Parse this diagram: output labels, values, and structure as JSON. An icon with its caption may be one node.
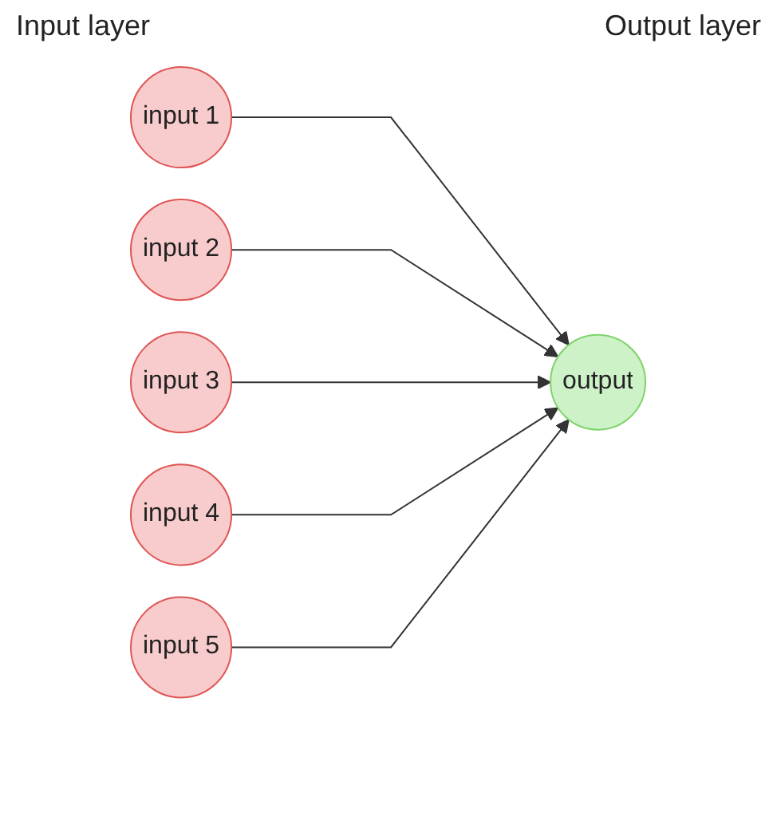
{
  "diagram": {
    "nodes": [
      {
        "text": [
          "input 1"
        ]
      },
      {
        "text": [
          "input 2"
        ]
      },
      {
        "text": [
          "input 3"
        ]
      },
      {
        "text": [
          "input 4"
        ]
      },
      {
        "text": [
          "input 5"
        ]
      },
      {
        "text": [
          "output"
        ]
      }
    ],
    "edges": [
      {
        "from": 0,
        "to": 5,
        "arrow": "to"
      },
      {
        "from": 1,
        "to": 5,
        "arrow": "to"
      },
      {
        "from": 2,
        "to": 5,
        "arrow": "to"
      },
      {
        "from": 3,
        "to": 5,
        "arrow": "to"
      },
      {
        "from": 4,
        "to": 5,
        "arrow": "to"
      }
    ],
    "labels": [
      "Input layer",
      "Output layer"
    ]
  }
}
